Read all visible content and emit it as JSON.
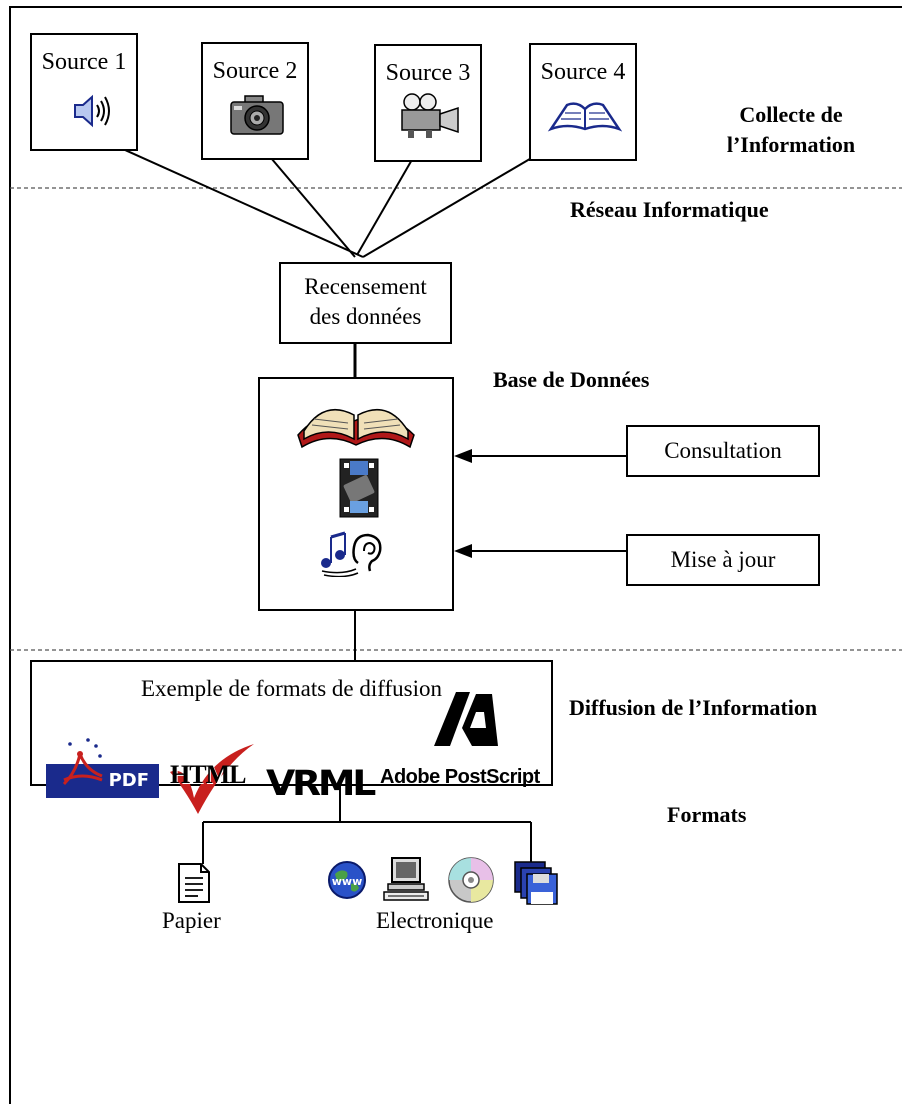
{
  "sources": [
    {
      "label": "Source 1",
      "icon": "speaker-icon"
    },
    {
      "label": "Source 2",
      "icon": "camera-icon"
    },
    {
      "label": "Source 3",
      "icon": "video-camera-icon"
    },
    {
      "label": "Source 4",
      "icon": "open-book-icon"
    }
  ],
  "sections": {
    "collecte_line1": "Collecte de",
    "collecte_line2": "l’Information",
    "reseau": "Réseau Informatique",
    "base": "Base de Données",
    "diffusion": "Diffusion de l’Information",
    "formats": "Formats"
  },
  "recensement": {
    "line1": "Recensement",
    "line2": "des données"
  },
  "database_icons": [
    "book-icon",
    "film-video-icon",
    "music-ear-icon"
  ],
  "actions": {
    "consultation": "Consultation",
    "mise_a_jour": "Mise à jour"
  },
  "diffusion_box": {
    "title": "Exemple de formats de diffusion",
    "logos": {
      "pdf": "PDF",
      "html": "HTML",
      "vrml": "VRML",
      "postscript": "Adobe PostScript"
    }
  },
  "output_formats": {
    "papier": {
      "label": "Papier",
      "icon": "document-icon"
    },
    "electronique": {
      "label": "Electronique",
      "icons": [
        "www-globe-icon",
        "computer-icon",
        "cd-icon",
        "floppy-disks-icon"
      ]
    }
  },
  "colors": {
    "line": "#000000",
    "pdf_blue": "#1a2a8c",
    "red": "#c8201e",
    "book_red": "#b01818"
  }
}
